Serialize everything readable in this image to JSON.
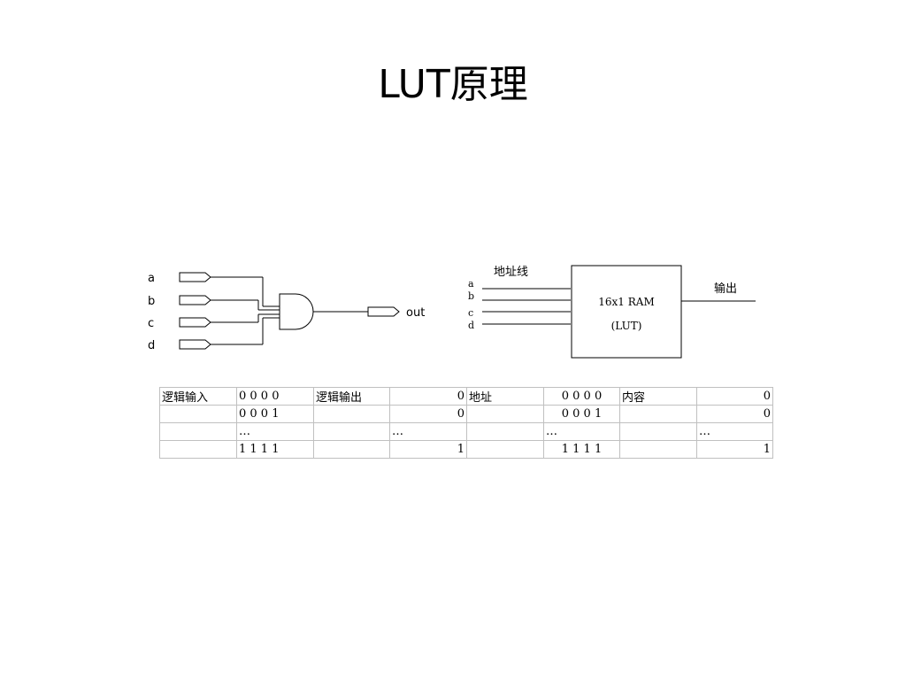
{
  "slide": {
    "title": "LUT原理"
  },
  "gate_diagram": {
    "inputs": [
      "a",
      "b",
      "c",
      "d"
    ],
    "output": "out"
  },
  "ram_diagram": {
    "address_label": "地址线",
    "address_inputs": [
      "a",
      "b",
      "c",
      "d"
    ],
    "block_line1": "16x1 RAM",
    "block_line2": "(LUT)",
    "output_label": "输出"
  },
  "table": {
    "rows": [
      [
        "逻辑输入",
        "0 0 0 0",
        "逻辑输出",
        "0",
        "地址",
        "0 0 0 0",
        "内容",
        "0"
      ],
      [
        "",
        "0 0 0 1",
        "",
        "0",
        "",
        "0 0 0 1",
        "",
        "0"
      ],
      [
        "",
        "…",
        "",
        "…",
        "",
        "…",
        "",
        "…"
      ],
      [
        "",
        "1 1 1 1",
        "",
        "1",
        "",
        "1 1 1 1",
        "",
        "1"
      ]
    ]
  }
}
